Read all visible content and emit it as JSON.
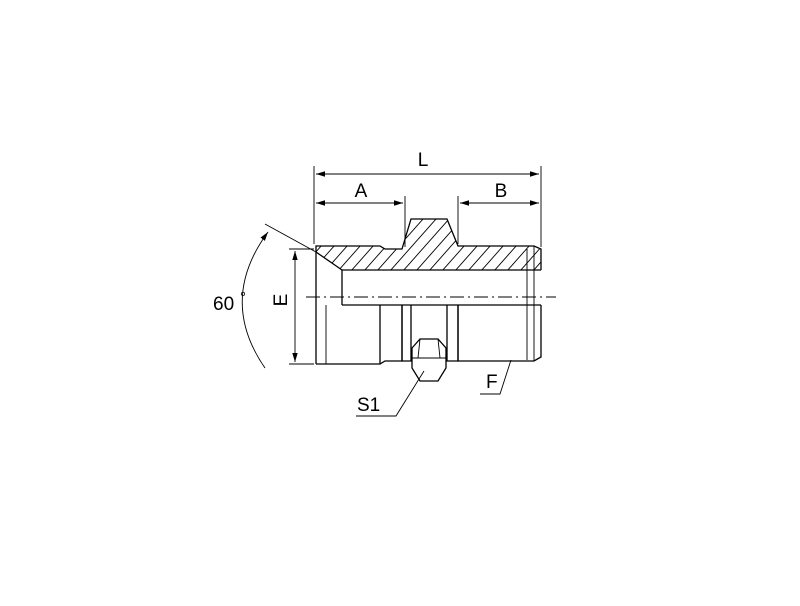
{
  "labels": {
    "L": "L",
    "A": "A",
    "B": "B",
    "E": "E",
    "angle": "60",
    "degree": "°",
    "S1": "S1",
    "F": "F"
  },
  "colors": {
    "line": "#000000",
    "background": "#ffffff"
  }
}
